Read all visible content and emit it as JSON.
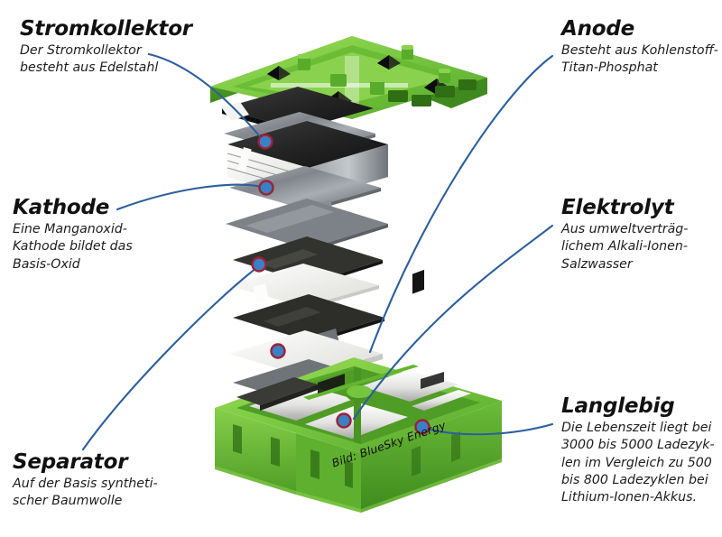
{
  "figure": {
    "subject": "Salzwasser-Batterie Explosionszeichnung",
    "credit": "Bild: BlueSky Energy",
    "colors": {
      "casing_green": "#7ac943",
      "casing_green_dark": "#4e9c26",
      "leader_line_blue": "#2c5f9e",
      "dot_fill": "#3b7fc4",
      "dot_ring": "#9c2233",
      "plate_dark": "#2b2b2b",
      "plate_steel": "#8c9196",
      "separator_white": "#f2f2f0",
      "text": "#1b1b1b"
    }
  },
  "callouts": [
    {
      "id": "stromkollektor",
      "title": "Stromkollektor",
      "lines": [
        "Der Stromkollektor",
        "besteht aus Edelstahl"
      ]
    },
    {
      "id": "anode",
      "title": "Anode",
      "lines": [
        "Besteht aus Kohlenstoff-",
        "Titan-Phosphat"
      ]
    },
    {
      "id": "kathode",
      "title": "Kathode",
      "lines": [
        "Eine Manganoxid-",
        "Kathode bildet das",
        "Basis-Oxid"
      ]
    },
    {
      "id": "elektrolyt",
      "title": "Elektrolyt",
      "lines": [
        "Aus umweltverträg-",
        "lichem Alkali-Ionen-",
        "Salzwasser"
      ]
    },
    {
      "id": "separator",
      "title": "Separator",
      "lines": [
        "Auf der Basis syntheti-",
        "scher Baumwolle"
      ]
    },
    {
      "id": "langlebig",
      "title": "Langlebig",
      "lines": [
        "Die Lebenszeit liegt bei",
        "3000 bis 5000 Ladezyk-",
        "len im Vergleich zu 500",
        "bis 800 Ladezyklen bei",
        "Lithium-Ionen-Akkus."
      ]
    }
  ]
}
